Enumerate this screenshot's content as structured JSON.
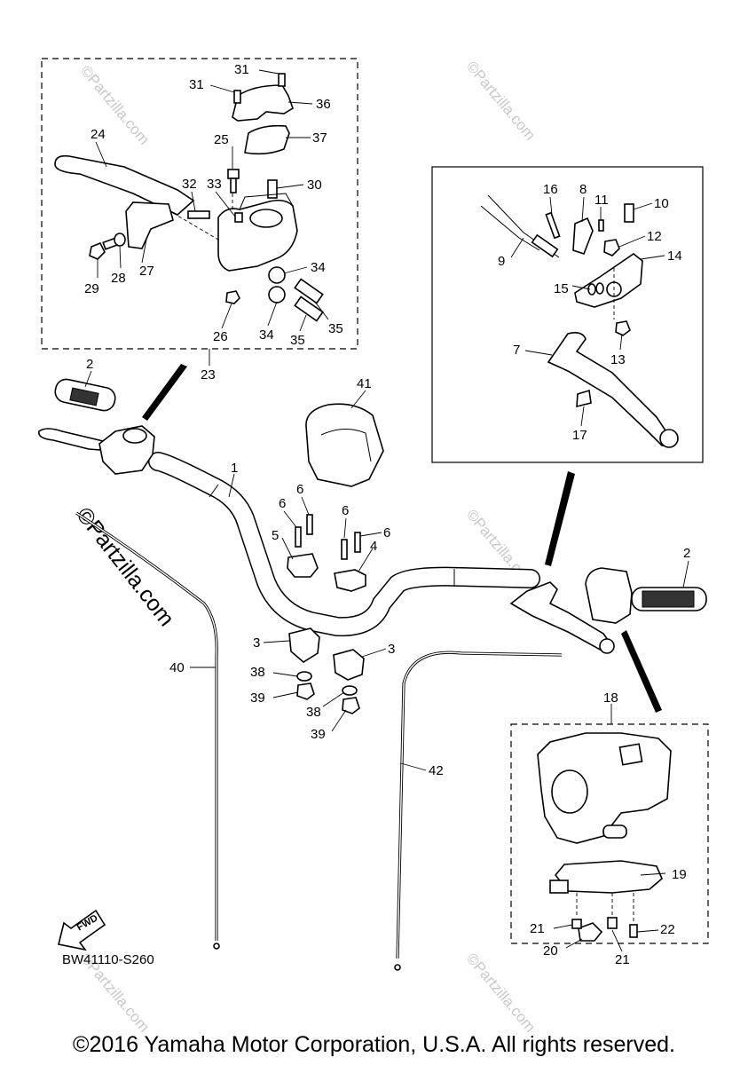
{
  "diagram": {
    "code": "BW41110-S260",
    "fwd_label": "FWD",
    "copyright": "©2016 Yamaha Motor Corporation, U.S.A. All rights reserved.",
    "watermark": "©Partzilla.com",
    "callouts": {
      "c1": "1",
      "c2a": "2",
      "c2b": "2",
      "c3a": "3",
      "c3b": "3",
      "c4": "4",
      "c5": "5",
      "c6a": "6",
      "c6b": "6",
      "c6c": "6",
      "c6d": "6",
      "c7": "7",
      "c8": "8",
      "c9": "9",
      "c10": "10",
      "c11": "11",
      "c12": "12",
      "c13": "13",
      "c14": "14",
      "c15": "15",
      "c16": "16",
      "c17": "17",
      "c18": "18",
      "c19": "19",
      "c20": "20",
      "c21a": "21",
      "c21b": "21",
      "c22": "22",
      "c23": "23",
      "c24": "24",
      "c25": "25",
      "c26": "26",
      "c27": "27",
      "c28": "28",
      "c29": "29",
      "c30": "30",
      "c31a": "31",
      "c31b": "31",
      "c32": "32",
      "c33": "33",
      "c34a": "34",
      "c34b": "34",
      "c35a": "35",
      "c35b": "35",
      "c36": "36",
      "c37": "37",
      "c38a": "38",
      "c38b": "38",
      "c39a": "39",
      "c39b": "39",
      "c40": "40",
      "c41": "41",
      "c42": "42"
    }
  }
}
